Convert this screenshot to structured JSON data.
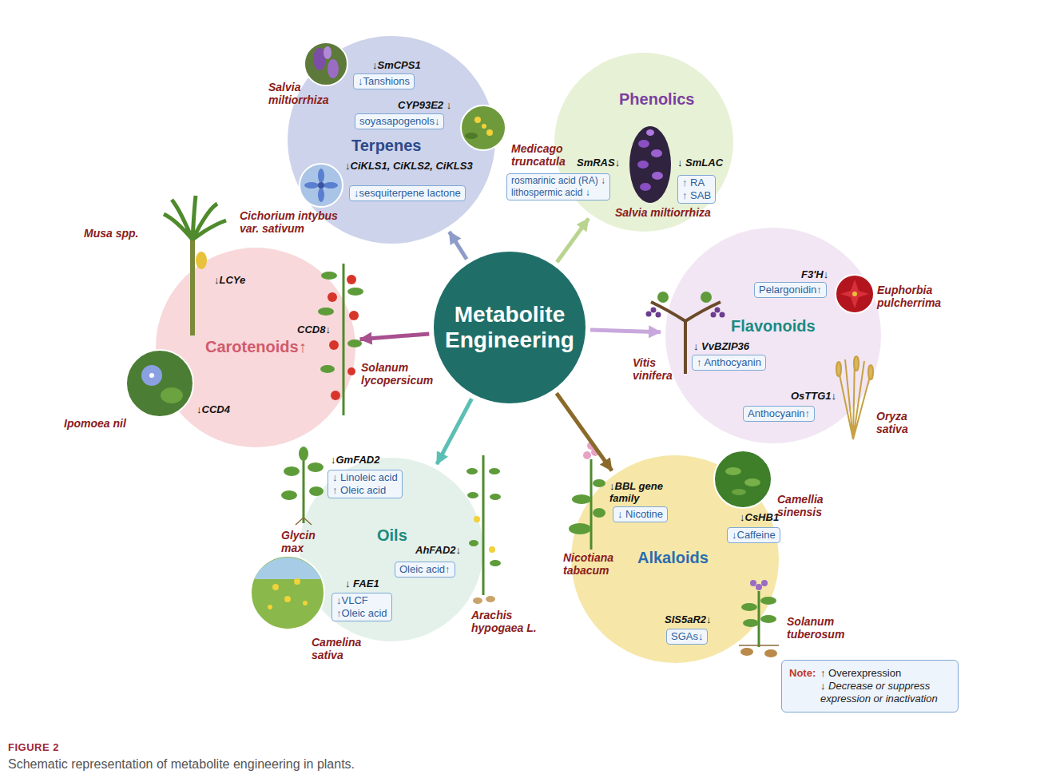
{
  "diagram": {
    "caption": "Schematic representation of metabolite engineering in plants.",
    "nodes": [
      {
        "text": [
          "Metabolite Engineering"
        ]
      },
      {
        "text": [
          "Terpenes"
        ]
      },
      {
        "text": [
          "↓Tanshions"
        ],
        "in": 1
      },
      {
        "text": [
          "soyasapogenols↓"
        ],
        "in": 1
      },
      {
        "text": [
          "↓sesquiterpene lactone"
        ],
        "in": 1
      },
      {
        "text": [
          "Phenolics"
        ]
      },
      {
        "text": [
          "rosmarinic acid (RA) ↓",
          "lithospermic acid ↓"
        ],
        "in": 5
      },
      {
        "text": [
          "↑ RA",
          "↑ SAB"
        ],
        "in": 5
      },
      {
        "text": [
          "Flavonoids"
        ]
      },
      {
        "text": [
          "Pelargonidin↑"
        ],
        "in": 8
      },
      {
        "text": [
          "↑ Anthocyanin"
        ],
        "in": 8
      },
      {
        "text": [
          "Anthocyanin↑"
        ],
        "in": 8
      },
      {
        "text": [
          "Alkaloids"
        ]
      },
      {
        "text": [
          "↓ Nicotine"
        ],
        "in": 12
      },
      {
        "text": [
          "↓Caffeine"
        ],
        "in": 12
      },
      {
        "text": [
          "SGAs↓"
        ],
        "in": 12
      },
      {
        "text": [
          "Oils"
        ]
      },
      {
        "text": [
          "↓ Linoleic acid",
          "↑ Oleic acid"
        ],
        "in": 16
      },
      {
        "text": [
          "Oleic acid↑"
        ],
        "in": 16
      },
      {
        "text": [
          "↓VLCF",
          "↑Oleic acid"
        ],
        "in": 16
      },
      {
        "text": [
          "Carotenoids↑"
        ]
      }
    ],
    "edges": [
      {
        "from": 0,
        "to": 1,
        "arrow": "to"
      },
      {
        "from": 0,
        "to": 5,
        "arrow": "to"
      },
      {
        "from": 0,
        "to": 8,
        "arrow": "to"
      },
      {
        "from": 0,
        "to": 12,
        "arrow": "to"
      },
      {
        "from": 0,
        "to": 16,
        "arrow": "to"
      },
      {
        "from": 0,
        "to": 20,
        "arrow": "to"
      }
    ],
    "labels": [
      "↓SmCPS1",
      "Salvia miltiorrhiza",
      "CYP93E2 ↓",
      "Medicago truncatula",
      "↓CiKLS1, CiKLS2, CiKLS3",
      "Cichorium intybus var. sativum",
      "SmRAS↓",
      "↓ SmLAC",
      "Salvia miltiorrhiza",
      "F3'H↓",
      "Euphorbia pulcherrima",
      "↓ VvBZIP36",
      "Vitis vinifera",
      "OsTTG1↓",
      "Oryza sativa",
      "↓BBL gene family",
      "Nicotiana tabacum",
      "Camellia sinensis",
      "↓CsHB1",
      "SlS5aR2↓",
      "Solanum tuberosum",
      "↓GmFAD2",
      "Glycin max",
      "AhFAD2↓",
      "Arachis hypogaea L.",
      "↓ FAE1",
      "Camelina sativa",
      "↓LCYe",
      "Musa spp.",
      "CCD8↓",
      "Solanum lycopersicum",
      "↓CCD4",
      "Ipomoea nil",
      "Note:",
      "FIGURE 2"
    ],
    "legend": [
      {
        "text": "↑ Overexpression"
      },
      {
        "text": "↓ Decrease or suppress expression or inactivation"
      }
    ]
  }
}
